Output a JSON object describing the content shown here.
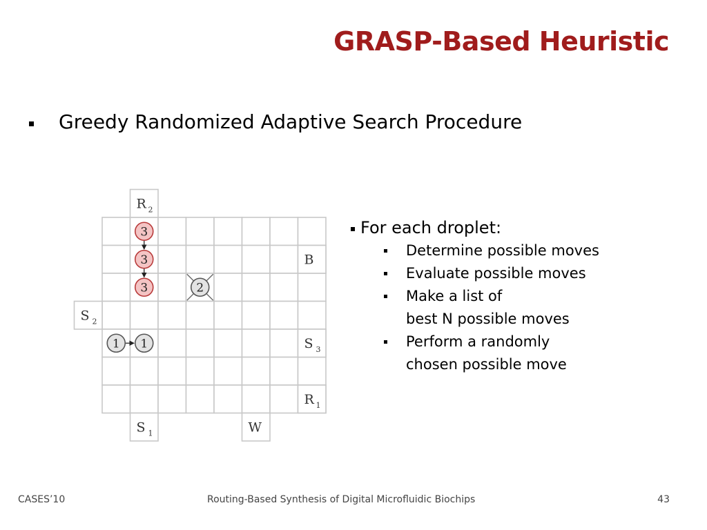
{
  "slide": {
    "title": "GRASP-Based Heuristic",
    "main_bullet": "Greedy Randomized Adaptive Search Procedure"
  },
  "steps": {
    "heading": "For each droplet:",
    "items": [
      "Determine possible moves",
      "Evaluate possible moves",
      "Make a list of\nbest N possible moves",
      "Perform a randomly\nchosen possible move"
    ]
  },
  "grid": {
    "rows": 7,
    "cols": 8,
    "reservoirs": [
      {
        "name": "R",
        "sub": "2"
      },
      {
        "name": "B",
        "sub": ""
      },
      {
        "name": "S",
        "sub": "2"
      },
      {
        "name": "S",
        "sub": "3"
      },
      {
        "name": "R",
        "sub": "1"
      },
      {
        "name": "S",
        "sub": "1"
      },
      {
        "name": "W",
        "sub": ""
      }
    ],
    "droplets": [
      {
        "label": "3",
        "kind": "highlighted"
      },
      {
        "label": "3",
        "kind": "highlighted"
      },
      {
        "label": "3",
        "kind": "highlighted"
      },
      {
        "label": "2",
        "kind": "blocked"
      },
      {
        "label": "1",
        "kind": "normal"
      },
      {
        "label": "1",
        "kind": "normal"
      }
    ],
    "colors": {
      "grid_line": "#c8c8c8",
      "highlight_fill": "#f4c4c4",
      "highlight_stroke": "#b83a3a",
      "droplet_fill": "#e3e3e3",
      "droplet_stroke": "#555555"
    }
  },
  "footer": {
    "left": "CASES’10",
    "center": "Routing-Based Synthesis of Digital Microfluidic Biochips",
    "page": "43"
  }
}
